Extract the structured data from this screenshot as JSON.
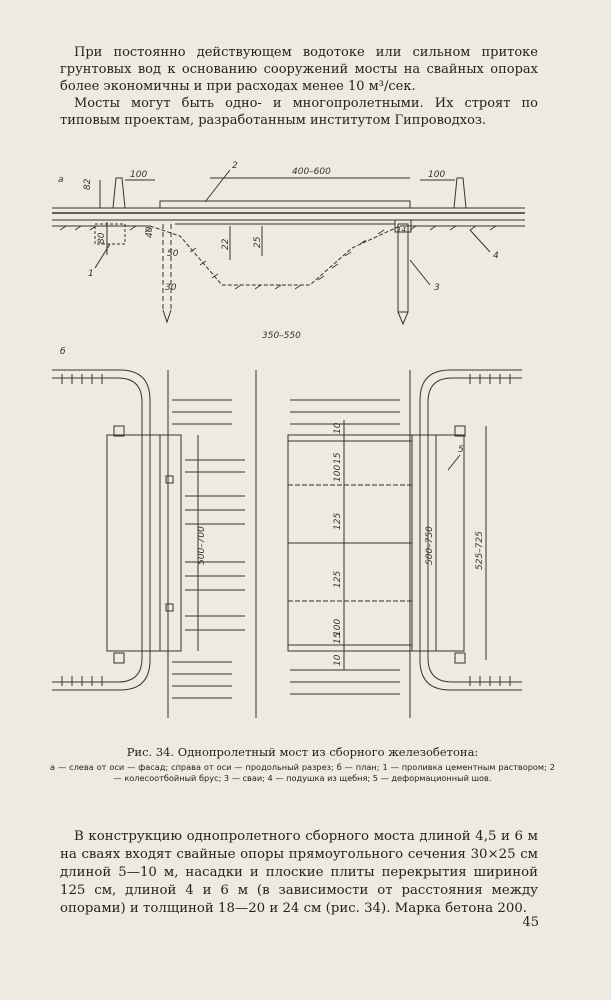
{
  "intro": {
    "p1": "При постоянно действующем водотоке или сильном притоке грунтовых вод к основанию сооружений мосты на свайных опорах более экономичны и при расходах менее 10 м³/сек.",
    "p2": "Мосты могут быть одно- и многопролетными. Их строят по типовым проектам, разработанным институтом Гипроводхоз."
  },
  "figure": {
    "label_a": "а",
    "label_b": "б",
    "dims_a": {
      "left_offset": "100",
      "span": "400–600",
      "right_offset": "100",
      "h_82": "82",
      "h_80": "80",
      "h_40": "40",
      "h_22": "22",
      "h_25": "25",
      "h_50": "50",
      "h_30": "30",
      "bottom": "350–550",
      "small_14": "14"
    },
    "dims_b": {
      "width_left": "500–700",
      "width_right": "500–750",
      "width_outer": "525–725",
      "d10_top": "10",
      "d15_top": "15",
      "d100_top": "100",
      "d125_a": "125",
      "d125_b": "125",
      "d100_bottom": "100",
      "d15_bottom": "15",
      "d10_bottom": "10"
    },
    "callouts": [
      "1",
      "2",
      "3",
      "4",
      "5"
    ],
    "caption_title": "Рис. 34. Однопролетный мост из сборного железобетона:",
    "caption_legend": "а — слева от оси — фасад; справа от оси — продольный разрез; б — план; 1 — проливка цементным раствором; 2 — колесоотбойный брус; 3 — сваи; 4 — подушка из щебня; 5 — деформационный шов."
  },
  "body_text": "В конструкцию однопролетного сборного моста длиной 4,5 и 6 м на сваях входят свайные опоры прямоугольного сечения 30×25 см длиной 5—10 м, насадки и плоские плиты перекрытия шириной 125 см, длиной 4 и 6 м (в зависимости от расстояния между опорами) и толщиной 18—20 и 24 см (рис. 34). Марка бетона 200.",
  "page_number": "45"
}
